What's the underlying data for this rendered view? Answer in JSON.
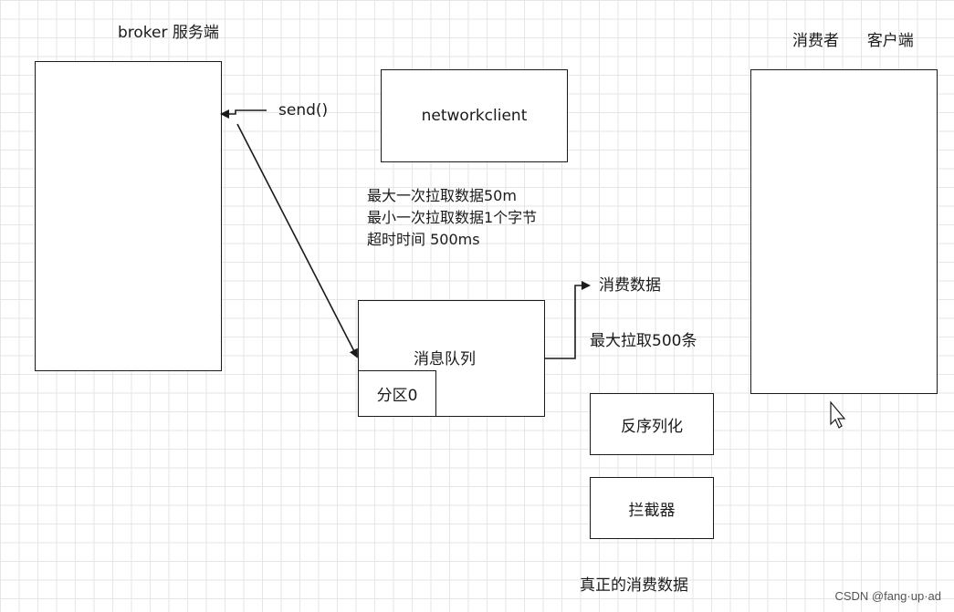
{
  "broker": {
    "title": "broker 服务端"
  },
  "consumer": {
    "title_part1": "消费者",
    "title_part2": "客户端"
  },
  "networkclient": {
    "label": "networkclient"
  },
  "send": {
    "label": "send()"
  },
  "fetch_config": {
    "max_fetch": "最大一次拉取数据50m",
    "min_fetch": "最小一次拉取数据1个字节",
    "timeout": "超时时间 500ms"
  },
  "message_queue": {
    "label": "消息队列",
    "partition_label": "分区0"
  },
  "consume_data": {
    "label": "消费数据"
  },
  "max_poll": {
    "label": "最大拉取500条"
  },
  "deserialize": {
    "label": "反序列化"
  },
  "interceptor": {
    "label": "拦截器"
  },
  "real_data": {
    "label": "真正的消费数据"
  },
  "watermark": {
    "text": "CSDN @fang·up·ad"
  }
}
